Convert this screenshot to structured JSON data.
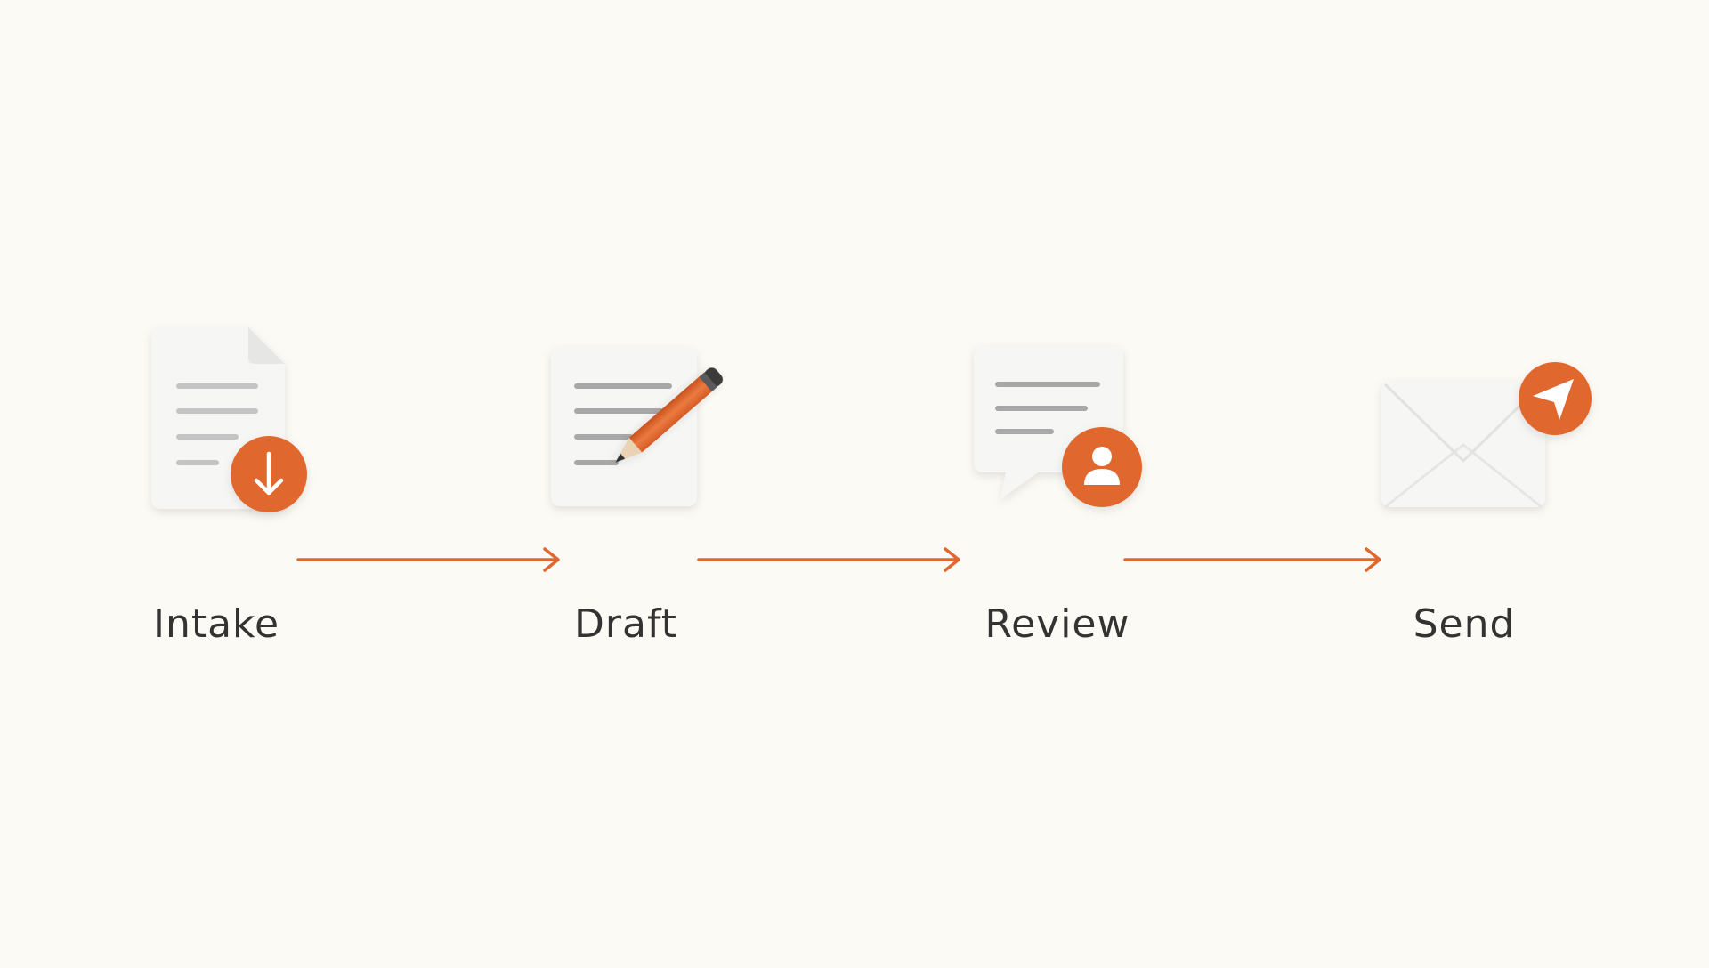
{
  "colors": {
    "background": "#fcfaf4",
    "accent": "#e0672f",
    "card": "#f6f6f5",
    "text": "#333333",
    "line_gray": "#bfbfbf"
  },
  "steps": [
    {
      "label": "Intake",
      "icon": "document-download-icon",
      "badge": "arrow-down-icon"
    },
    {
      "label": "Draft",
      "icon": "document-edit-icon",
      "badge": "pencil-icon"
    },
    {
      "label": "Review",
      "icon": "chat-bubble-icon",
      "badge": "user-icon"
    },
    {
      "label": "Send",
      "icon": "envelope-icon",
      "badge": "send-icon"
    }
  ],
  "connectors": [
    {
      "from": "Intake",
      "to": "Draft"
    },
    {
      "from": "Draft",
      "to": "Review"
    },
    {
      "from": "Review",
      "to": "Send"
    }
  ]
}
